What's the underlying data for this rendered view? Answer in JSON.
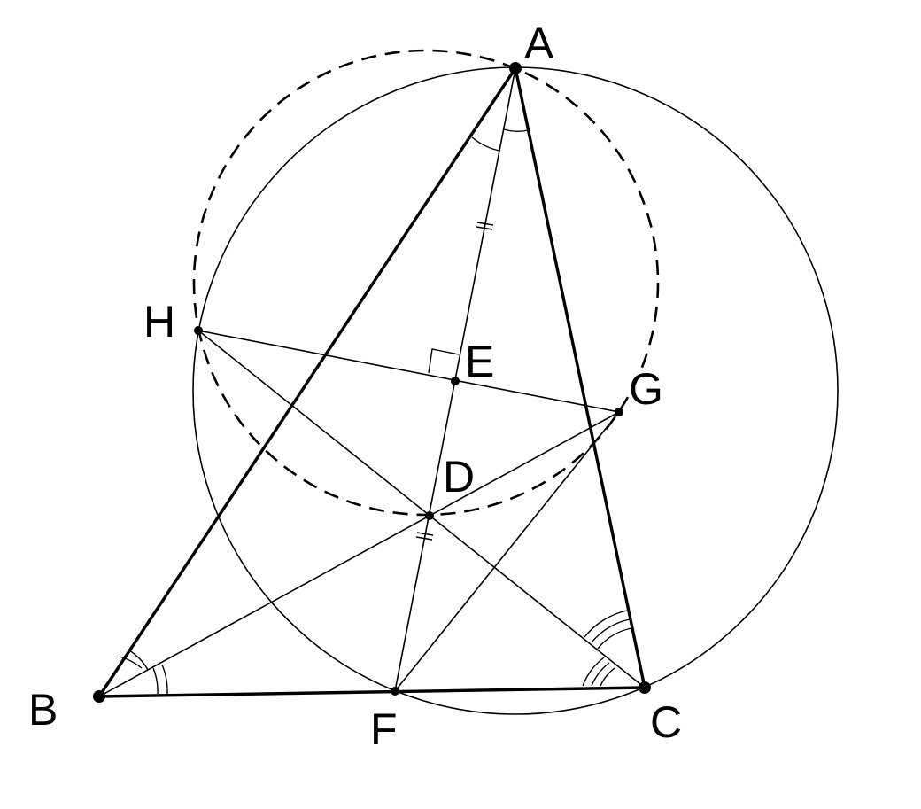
{
  "figure": {
    "points": {
      "A": "A",
      "B": "B",
      "C": "C",
      "D": "D",
      "E": "E",
      "F": "F",
      "G": "G",
      "H": "H"
    }
  }
}
